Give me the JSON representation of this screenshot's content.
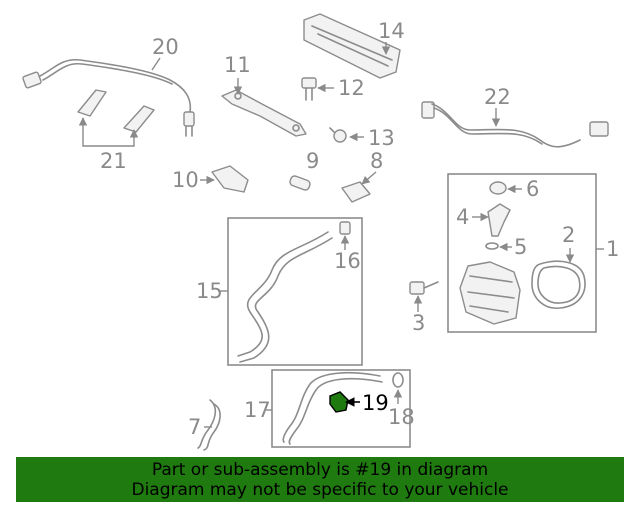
{
  "callouts": {
    "c1": "1",
    "c2": "2",
    "c3": "3",
    "c4": "4",
    "c5": "5",
    "c6": "6",
    "c7": "7",
    "c8": "8",
    "c9": "9",
    "c10": "10",
    "c11": "11",
    "c12": "12",
    "c13": "13",
    "c14": "14",
    "c15": "15",
    "c16": "16",
    "c17": "17",
    "c18": "18",
    "c19": "19",
    "c20": "20",
    "c21": "21",
    "c22": "22"
  },
  "highlight": {
    "part_number": "19",
    "color": "#1f7a10"
  },
  "banner": {
    "line1": "Part or sub-assembly is #19 in diagram",
    "line2": "Diagram may not be specific to your vehicle",
    "background": "#1f7a10"
  }
}
